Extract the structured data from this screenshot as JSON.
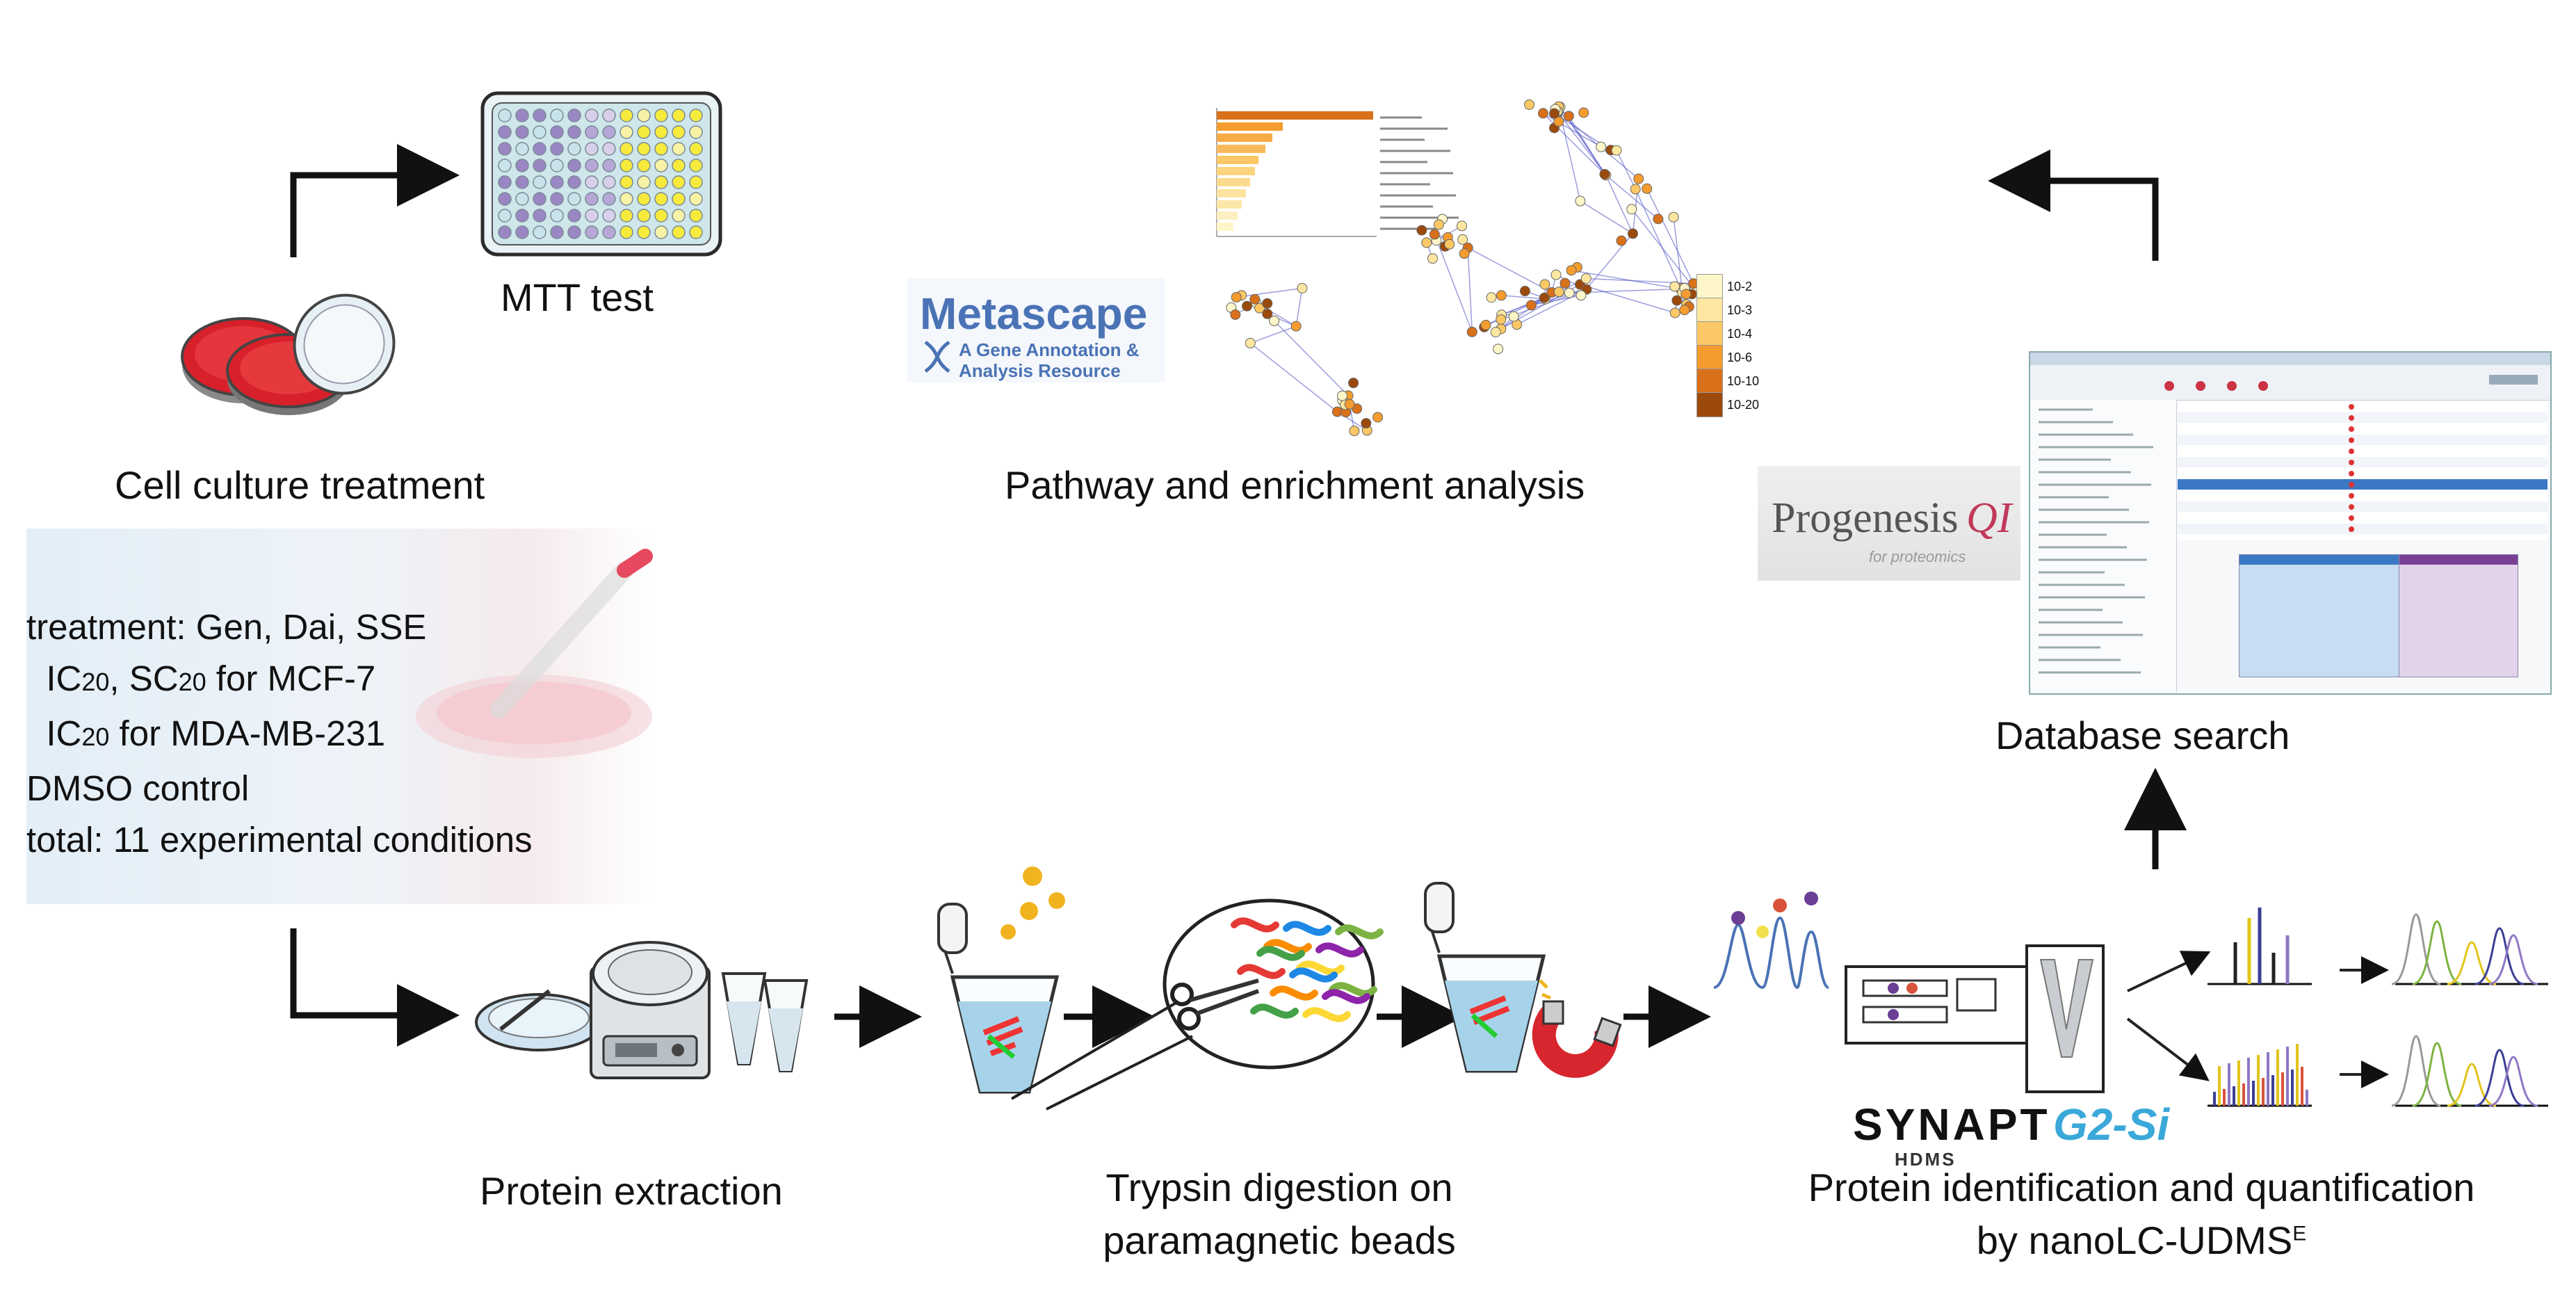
{
  "labels": {
    "mtt": "MTT test",
    "cell_culture": "Cell culture treatment",
    "pathway": "Pathway and enrichment analysis",
    "database": "Database search",
    "protein_extraction": "Protein extraction",
    "trypsin_line1": "Trypsin digestion on",
    "trypsin_line2": "paramagnetic beads",
    "identification_line1": "Protein identification and quantification",
    "identification_line2": "by nanoLC-UDMS",
    "identification_sup": "E"
  },
  "treatment": {
    "line1": "treatment: Gen, Dai, SSE",
    "line2a": "IC",
    "line2b": "20",
    "line2c": ", SC",
    "line2d": "20",
    "line2e": " for MCF-7",
    "line3a": "IC",
    "line3b": "20",
    "line3c": " for MDA-MB-231",
    "line4": "DMSO control",
    "line5": "total: 11 experimental conditions"
  },
  "logos": {
    "metascape_title": "Metascape",
    "metascape_sub1": "A Gene Annotation &",
    "metascape_sub2": "Analysis Resource",
    "progenesis": "Progenesis",
    "progenesis_qi": "QI",
    "progenesis_sub": "for proteomics",
    "synapt": "SYNAPT",
    "synapt_model": "G2-Si",
    "hdms": "HDMS"
  },
  "heatmap_legend": [
    "10-2",
    "10-3",
    "10-4",
    "10-6",
    "10-10",
    "10-20"
  ],
  "colors": {
    "arrow": "#111111",
    "metascape_blue": "#4a73b5",
    "legend": [
      "#fef6c8",
      "#fde7a0",
      "#fbc865",
      "#f59c2f",
      "#d9701a",
      "#9b4a0b"
    ],
    "dish_red": "#d8202a",
    "plate_purple": "#9b86c4",
    "plate_yellow": "#f6ea3c"
  },
  "icons": [
    "microplate-icon",
    "petri-dish-icon",
    "centrifuge-icon",
    "tube-icon",
    "magnet-icon",
    "scissors-icon",
    "mass-spectrometer-icon",
    "network-graph-icon",
    "software-window-icon"
  ]
}
